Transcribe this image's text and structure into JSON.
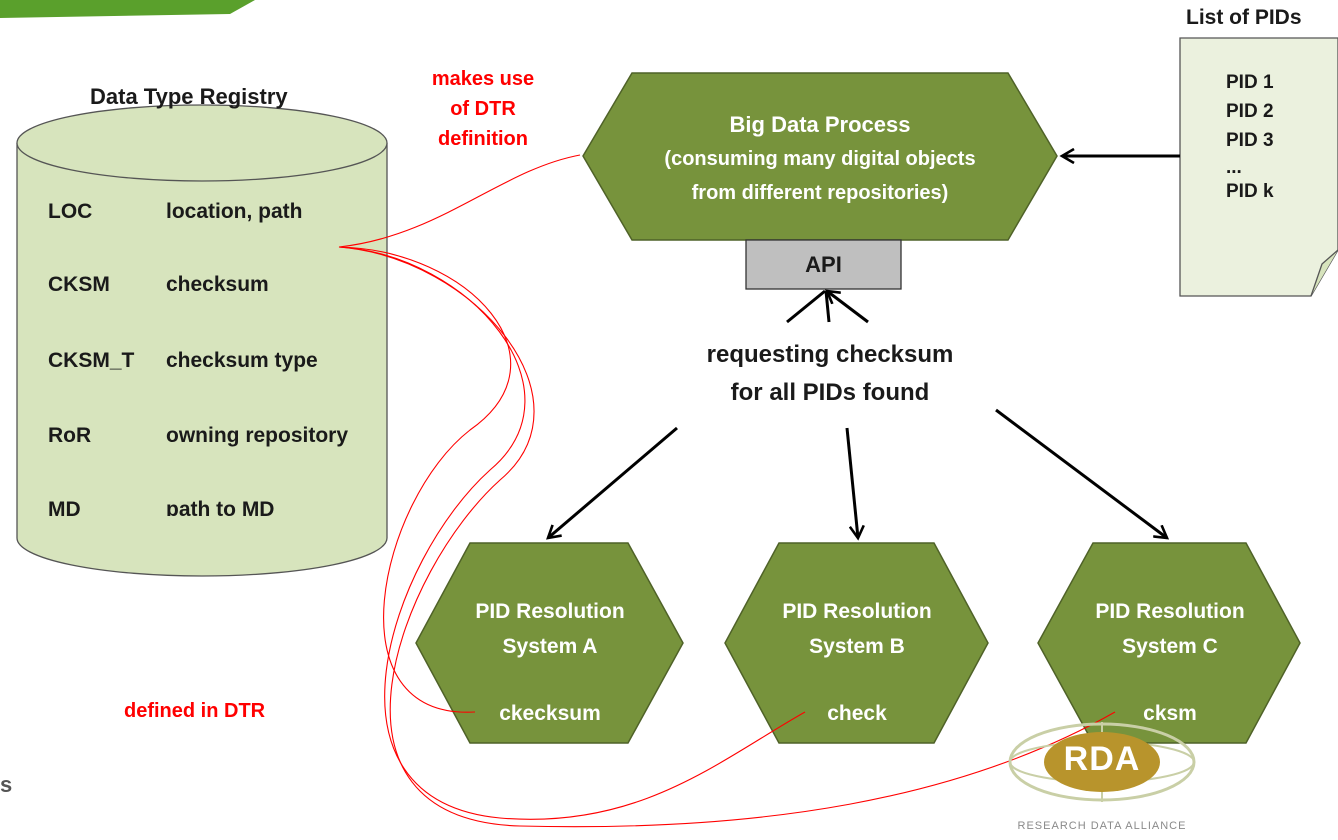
{
  "registry": {
    "title": "Data Type Registry",
    "rows": [
      {
        "key": "LOC",
        "value": "location, path"
      },
      {
        "key": "CKSM",
        "value": "checksum"
      },
      {
        "key": "CKSM_T",
        "value": "checksum type"
      },
      {
        "key": "RoR",
        "value": "owning repository"
      },
      {
        "key": "MD",
        "value": "path to MD"
      }
    ]
  },
  "annotations": {
    "makes_use": [
      "makes use",
      "of DTR",
      "definition"
    ],
    "defined_in": "defined in DTR"
  },
  "big_process": {
    "lines": [
      "Big Data Process",
      "(consuming many digital objects",
      "from different repositories)"
    ]
  },
  "api": {
    "label": "API"
  },
  "request": {
    "lines": [
      "requesting checksum",
      "for all PIDs found"
    ]
  },
  "pid_list": {
    "title": "List of PIDs",
    "items": [
      "PID 1",
      "PID 2",
      "PID 3",
      "...",
      "PID k"
    ]
  },
  "resolution_systems": [
    {
      "line1": "PID Resolution",
      "line2": "System A",
      "attr": "ckecksum"
    },
    {
      "line1": "PID Resolution",
      "line2": "System B",
      "attr": "check"
    },
    {
      "line1": "PID Resolution",
      "line2": "System C",
      "attr": "cksm"
    }
  ],
  "logo": {
    "mark": "RDA",
    "tagline": "RESEARCH DATA ALLIANCE"
  },
  "edge_fragment": "s",
  "colors": {
    "hexagon_fill": "#77933c",
    "hexagon_stroke": "#4f6228",
    "cylinder_fill": "#d7e4bd",
    "note_fill": "#ebf1de",
    "api_fill": "#bfbfbf",
    "annotation_red": "#ff0000",
    "banner_green": "#5aa02c"
  }
}
